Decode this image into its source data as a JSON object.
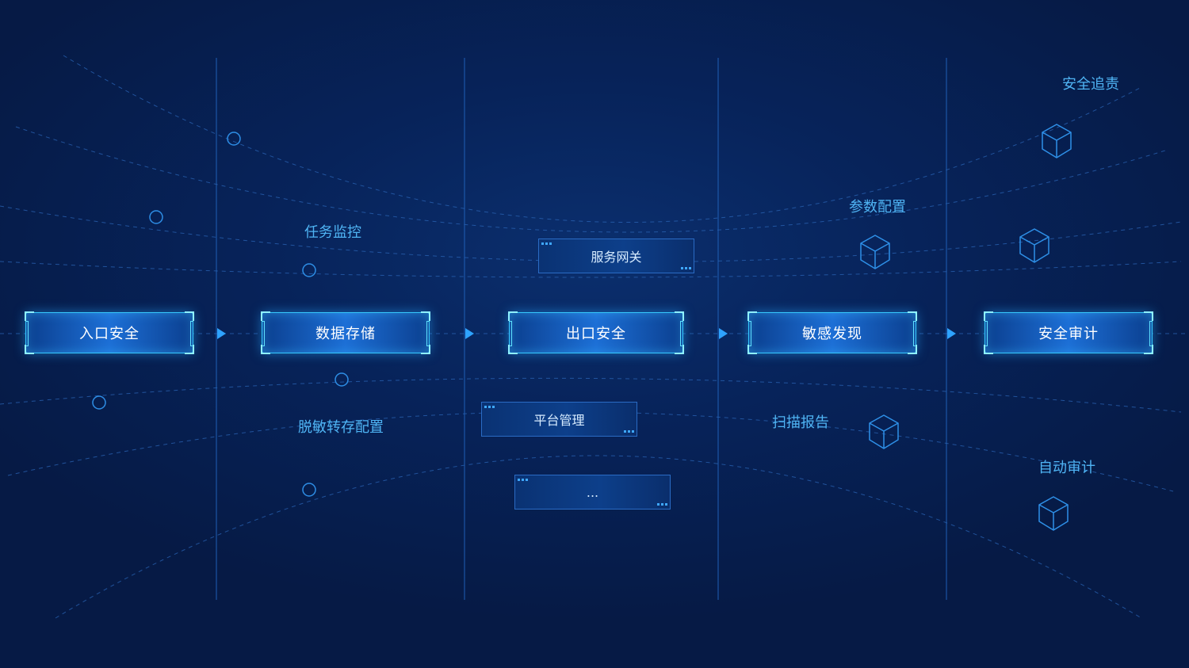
{
  "stages": [
    {
      "id": "entry",
      "label": "入口安全"
    },
    {
      "id": "storage",
      "label": "数据存储"
    },
    {
      "id": "exit",
      "label": "出口安全"
    },
    {
      "id": "sensitive",
      "label": "敏感发现"
    },
    {
      "id": "audit",
      "label": "安全审计"
    }
  ],
  "sub_boxes": {
    "gateway": "服务网关",
    "platform": "平台管理",
    "more": "..."
  },
  "labels": {
    "task_monitor": "任务监控",
    "mask_config": "脱敏转存配置",
    "param_config": "参数配置",
    "scan_report": "扫描报告",
    "trace": "安全追责",
    "auto_audit": "自动审计"
  },
  "colors": {
    "accent": "#36c9ff",
    "label": "#4fb4f4",
    "background": "#061a45"
  },
  "icons": [
    "circle-node-icon",
    "cube-icon",
    "arrow-right-icon"
  ]
}
